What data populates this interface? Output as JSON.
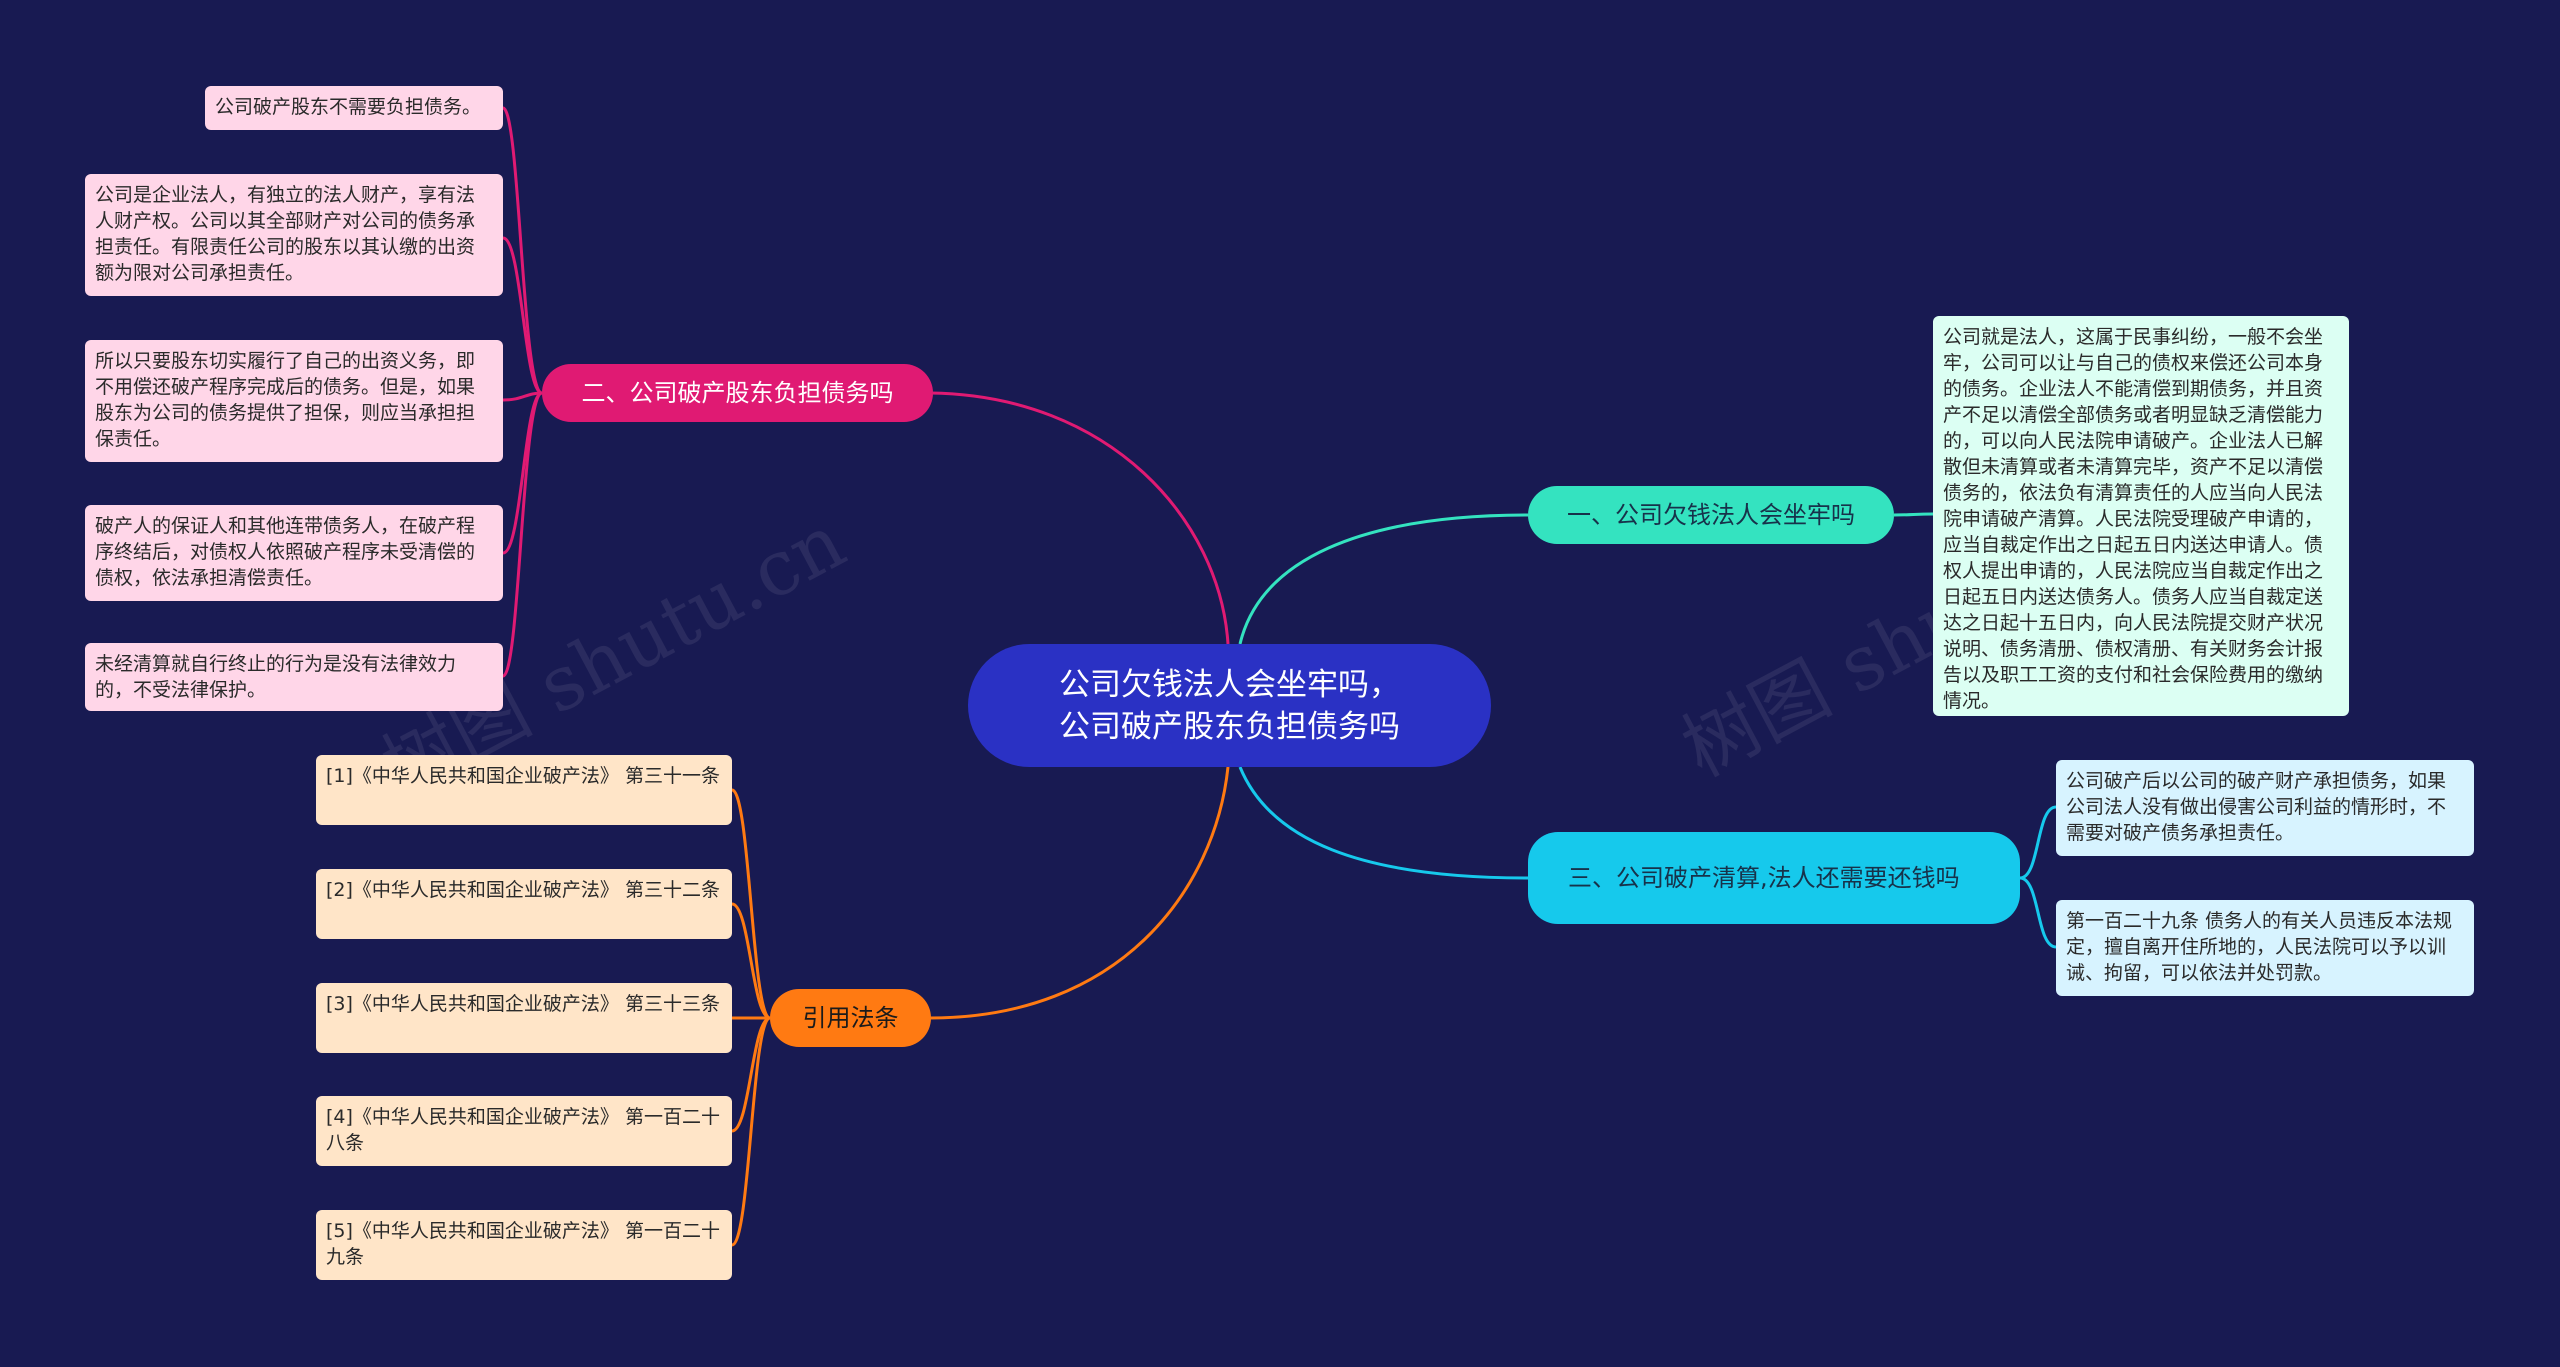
{
  "root": {
    "label": "公司欠钱法人会坐牢吗，\n公司破产股东负担债务吗"
  },
  "branches": [
    {
      "label": "二、公司破产股东负担债务吗",
      "color": "#e01a73",
      "leaves": [
        "公司破产股东不需要负担债务。",
        "公司是企业法人，有独立的法人财产，享有法人财产权。公司以其全部财产对公司的债务承担责任。有限责任公司的股东以其认缴的出资额为限对公司承担责任。",
        "所以只要股东切实履行了自己的出资义务，即不用偿还破产程序完成后的债务。但是，如果股东为公司的债务提供了担保，则应当承担担保责任。",
        "破产人的保证人和其他连带债务人，在破产程序终结后，对债权人依照破产程序未受清偿的债权，依法承担清偿责任。",
        "未经清算就自行终止的行为是没有法律效力的，不受法律保护。"
      ]
    },
    {
      "label": "引用法条",
      "color": "#ff7a12",
      "leaves": [
        "[1]《中华人民共和国企业破产法》 第三十一条",
        "[2]《中华人民共和国企业破产法》 第三十二条",
        "[3]《中华人民共和国企业破产法》 第三十三条",
        "[4]《中华人民共和国企业破产法》 第一百二十八条",
        "[5]《中华人民共和国企业破产法》 第一百二十九条"
      ]
    },
    {
      "label": "一、公司欠钱法人会坐牢吗",
      "color": "#34e3c0",
      "leaves": [
        "公司就是法人，这属于民事纠纷，一般不会坐牢，公司可以让与自己的债权来偿还公司本身的债务。企业法人不能清偿到期债务，并且资产不足以清偿全部债务或者明显缺乏清偿能力的，可以向人民法院申请破产。企业法人已解散但未清算或者未清算完毕，资产不足以清偿债务的，依法负有清算责任的人应当向人民法院申请破产清算。人民法院受理破产申请的，应当自裁定作出之日起五日内送达申请人。债权人提出申请的，人民法院应当自裁定作出之日起五日内送达债务人。债务人应当自裁定送达之日起十五日内，向人民法院提交财产状况说明、债务清册、债权清册、有关财务会计报告以及职工工资的支付和社会保险费用的缴纳情况。"
      ]
    },
    {
      "label": "三、公司破产清算,法人还需要还钱吗",
      "color": "#16c9ec",
      "leaves": [
        "公司破产后以公司的破产财产承担债务，如果公司法人没有做出侵害公司利益的情形时，不需要对破产债务承担责任。",
        "第一百二十九条 债务人的有关人员违反本法规定，擅自离开住所地的，人民法院可以予以训诫、拘留，可以依法并处罚款。"
      ]
    }
  ],
  "watermark": "树图 shutu.cn"
}
